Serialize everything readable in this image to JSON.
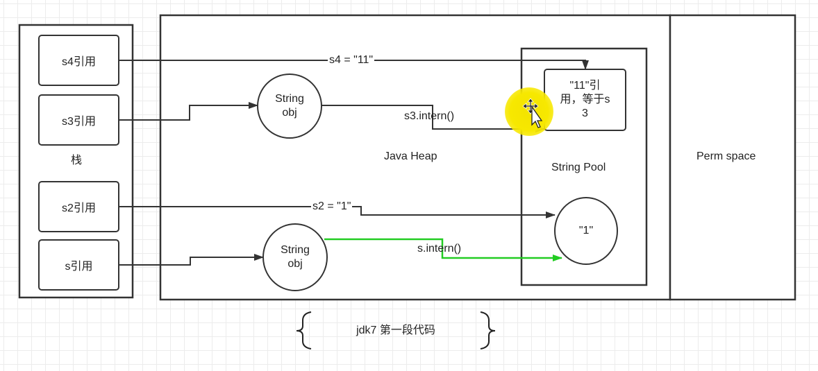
{
  "stack": {
    "refs": [
      "s4引用",
      "s3引用",
      "s2引用",
      "s引用"
    ],
    "label": "栈"
  },
  "heap": {
    "label": "Java Heap"
  },
  "string_objs": [
    {
      "line1": "String",
      "line2": "obj"
    },
    {
      "line1": "String",
      "line2": "obj"
    }
  ],
  "pool": {
    "label": "String Pool",
    "ref_box_line1": "\"11\"引",
    "ref_box_line2": "用，等于s",
    "ref_box_line3": "3",
    "literal": "\"1\""
  },
  "perm": {
    "label": "Perm space"
  },
  "edges": {
    "s4": "s4 = \"11\"",
    "s3_intern": "s3.intern()",
    "s2": "s2 = \"1\"",
    "s_intern": "s.intern()"
  },
  "caption": "jdk7 第一段代码",
  "colors": {
    "line": "#333333",
    "green": "#22cc22",
    "highlight": "#f7e800"
  }
}
